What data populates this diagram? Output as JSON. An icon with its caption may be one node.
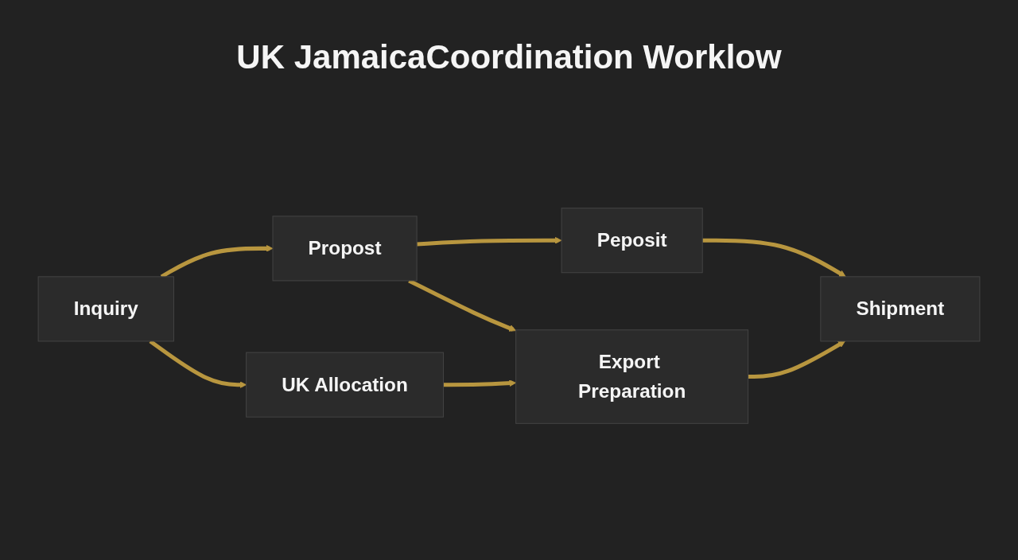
{
  "diagram": {
    "title": "UK JamaicaCoordination Worklow",
    "nodes": [
      {
        "text": [
          "Inquiry"
        ]
      },
      {
        "text": [
          "Propost"
        ]
      },
      {
        "text": [
          "Peposit"
        ]
      },
      {
        "text": [
          "UK Allocation"
        ]
      },
      {
        "text": [
          "Export Preparation"
        ]
      },
      {
        "text": [
          "Shipment"
        ]
      }
    ],
    "edges": [
      {
        "from": 0,
        "to": 1,
        "arrow": "to"
      },
      {
        "from": 1,
        "to": 2,
        "arrow": "to"
      },
      {
        "from": 0,
        "to": 3,
        "arrow": "to"
      },
      {
        "from": 1,
        "to": 4,
        "arrow": "to"
      },
      {
        "from": 2,
        "to": 5,
        "arrow": "to"
      },
      {
        "from": 3,
        "to": 4,
        "arrow": "to"
      },
      {
        "from": 4,
        "to": 5,
        "arrow": "to"
      }
    ]
  }
}
